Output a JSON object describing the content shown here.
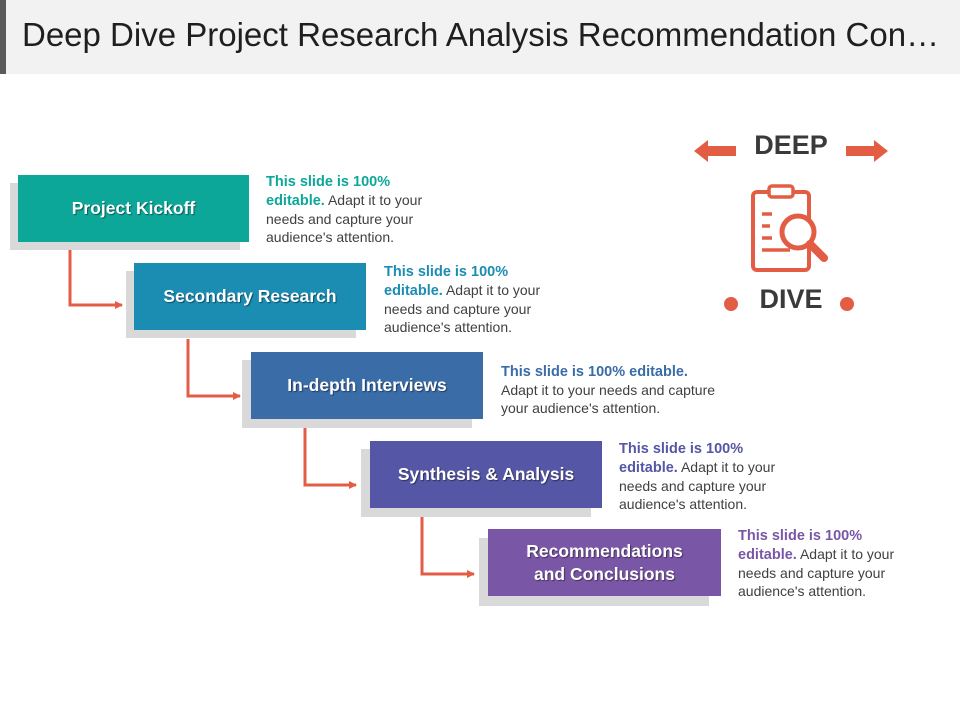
{
  "title": "Deep Dive Project Research Analysis Recommendation Conclusions",
  "colors": {
    "accent": "#e35d45",
    "step1": "#0da79a",
    "step2": "#1b8db3",
    "step3": "#3a6ca8",
    "step4": "#5556a5",
    "step5": "#7a57a6"
  },
  "header": {
    "deep": "DEEP",
    "dive": "DIVE",
    "icon": "clipboard-magnifier-icon"
  },
  "steps": [
    {
      "label": "Project Kickoff",
      "desc_highlight": "This slide is 100% editable.",
      "desc_text": "Adapt it to your needs and capture your audience's attention."
    },
    {
      "label": "Secondary Research",
      "desc_highlight": "This slide is 100% editable.",
      "desc_text": "Adapt it to your needs and capture your audience's attention."
    },
    {
      "label": "In-depth Interviews",
      "desc_highlight": "This slide is 100% editable.",
      "desc_text": "Adapt it to your needs and capture your audience's attention."
    },
    {
      "label": "Synthesis & Analysis",
      "desc_highlight": "This slide is 100% editable.",
      "desc_text": "Adapt it to your needs and capture your audience's attention."
    },
    {
      "label": "Recommendations and Conclusions",
      "desc_highlight": "This slide is 100% editable.",
      "desc_text": "Adapt it to your needs and capture your audience's attention."
    }
  ]
}
